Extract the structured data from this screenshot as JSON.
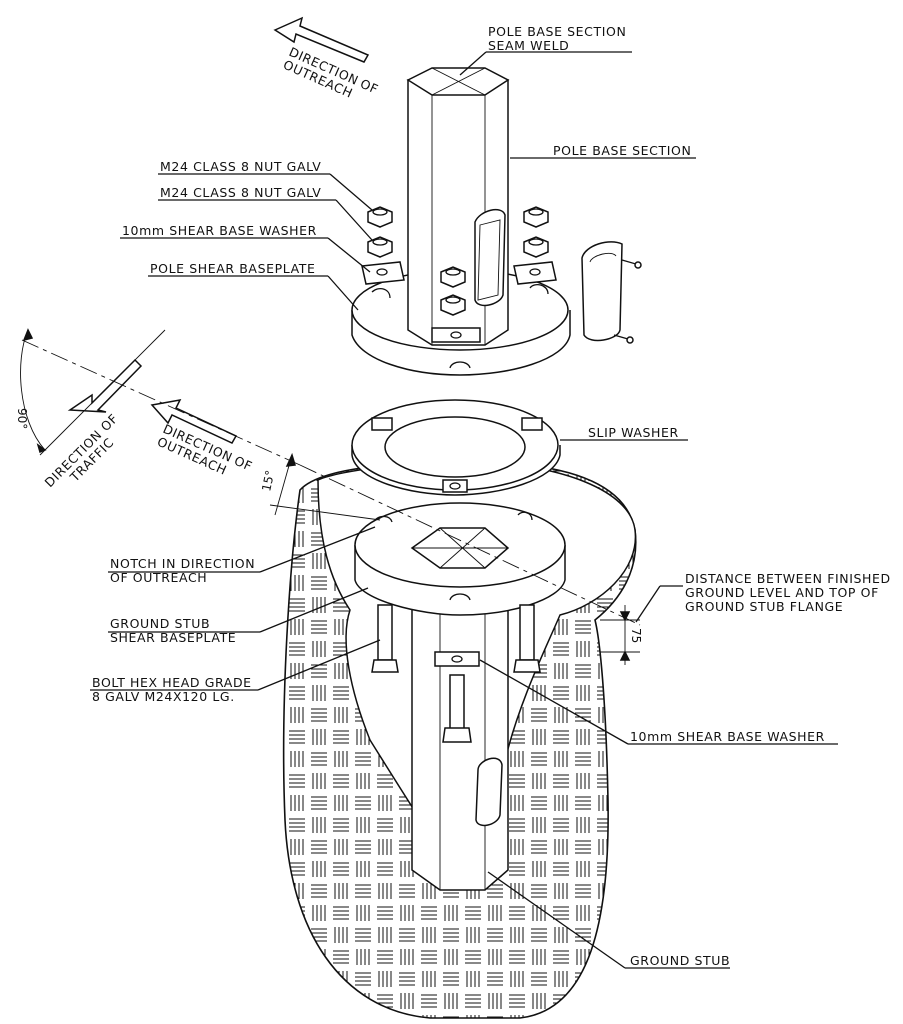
{
  "labels": {
    "pole_base_section_seam": "POLE BASE SECTION",
    "seam_weld": "SEAM WELD",
    "pole_base_section": "POLE BASE SECTION",
    "nut_upper": "M24 CLASS 8 NUT GALV",
    "nut_lower": "M24 CLASS 8 NUT GALV",
    "washer_top": "10mm SHEAR BASE WASHER",
    "pole_shear_baseplate": "POLE SHEAR BASEPLATE",
    "slip_washer": "SLIP WASHER",
    "notch_line1": "NOTCH IN DIRECTION",
    "notch_line2": "OF OUTREACH",
    "ground_stub_line1": "GROUND STUB",
    "ground_stub_line2": "SHEAR BASEPLATE",
    "bolt_line1": "BOLT HEX HEAD GRADE",
    "bolt_line2": "8 GALV M24X120 LG.",
    "distance_line1": "DISTANCE BETWEEN FINISHED",
    "distance_line2": "GROUND LEVEL AND TOP OF",
    "distance_line3": "GROUND STUB FLANGE",
    "washer_bottom": "10mm SHEAR BASE WASHER",
    "ground_stub": "GROUND STUB"
  },
  "arrows": {
    "outreach_top_line1": "DIRECTION",
    "outreach_top_line2": "OF",
    "outreach_top_line3": "OUTREACH",
    "outreach_mid_line1": "DIRECTION",
    "outreach_mid_line2": "OF",
    "outreach_mid_line3": "OUTREACH",
    "traffic_line1": "DIRECTION OF",
    "traffic_line2": "TRAFFIC"
  },
  "dimensions": {
    "angle_90": "90°",
    "angle_15": "15°",
    "depth_75": "75"
  },
  "colors": {
    "ink": "#111111",
    "paper": "#ffffff"
  }
}
